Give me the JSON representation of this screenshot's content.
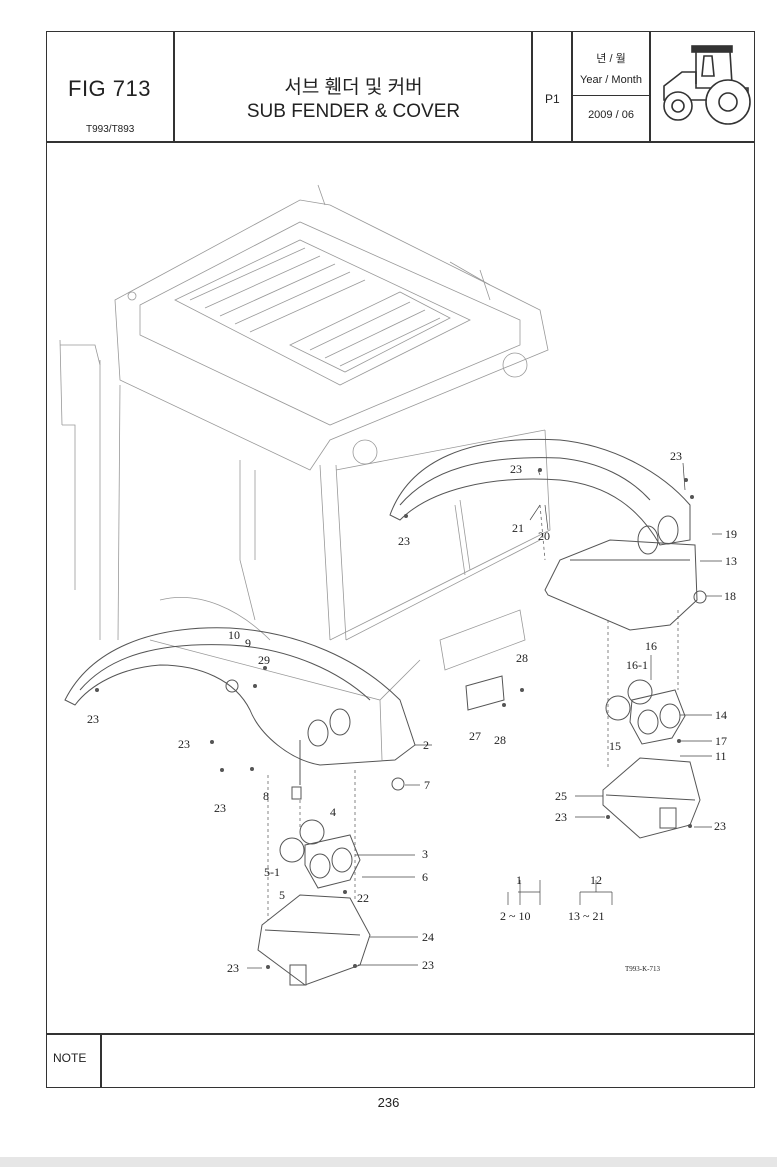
{
  "header": {
    "fig": "FIG 713",
    "model": "T993/T893",
    "title_ko": "서브 휀더 및 커버",
    "title_en": "SUB FENDER & COVER",
    "page_code": "P1",
    "year_month_ko": "년 / 월",
    "year_month_en": "Year / Month",
    "date": "2009 / 06"
  },
  "drawing": {
    "code": "T993-K-713",
    "labels": {
      "l1": "1",
      "l2_10": "2 ~ 10",
      "l12": "12",
      "l13_21": "13 ~ 21",
      "n2": "2",
      "n3": "3",
      "n4": "4",
      "n5": "5",
      "n5_1": "5-1",
      "n6": "6",
      "n7": "7",
      "n8": "8",
      "n9": "9",
      "n10": "10",
      "n11": "11",
      "n13": "13",
      "n14": "14",
      "n15": "15",
      "n16": "16",
      "n16_1": "16-1",
      "n17": "17",
      "n18": "18",
      "n19": "19",
      "n20": "20",
      "n21": "21",
      "n22": "22",
      "n23": "23",
      "n24": "24",
      "n25": "25",
      "n27": "27",
      "n28": "28",
      "n29": "29"
    }
  },
  "footer": {
    "note_label": "NOTE",
    "page_number": "236"
  }
}
